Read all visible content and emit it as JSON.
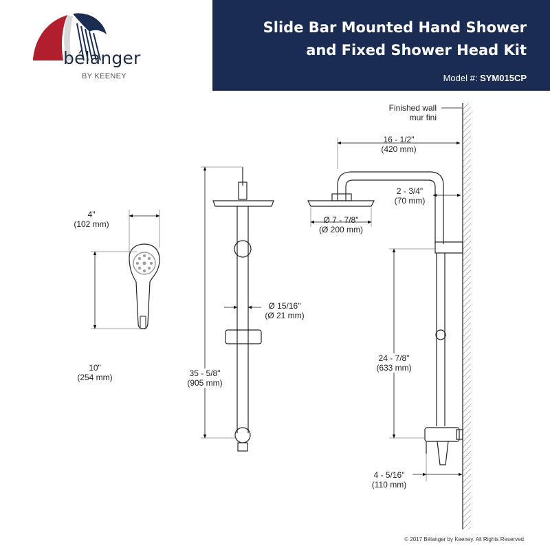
{
  "brand": {
    "name": "bélanger",
    "sub": "BY KEENEY",
    "colors": {
      "red": "#b11f2e",
      "navy": "#1a2c52"
    }
  },
  "header": {
    "title_line1": "Slide Bar Mounted Hand Shower",
    "title_line2": "and Fixed Shower Head Kit",
    "model_prefix": "Model #:",
    "model_number": "SYM015CP",
    "background": "#1a2c52"
  },
  "labels": {
    "wall_en": "Finished wall",
    "wall_fr": "mur fini",
    "arm_width": "16 - 1/2\"",
    "arm_width_mm": "(420 mm)",
    "offset": "2 - 3/4\"",
    "offset_mm": "(70 mm)",
    "head_dia": "Ø 7 - 7/8\"",
    "head_dia_mm": "(Ø 200 mm)",
    "hand_width": "4\"",
    "hand_width_mm": "(102 mm)",
    "hand_length": "10\"",
    "hand_length_mm": "(254 mm)",
    "bar_dia": "Ø 15/16\"",
    "bar_dia_mm": "(Ø 21 mm)",
    "bar_height": "35 - 5/8\"",
    "bar_height_mm": "(905 mm)",
    "riser_height": "24 - 7/8\"",
    "riser_height_mm": "(633 mm)",
    "valve_offset": "4 - 5/16\"",
    "valve_offset_mm": "(110 mm)"
  },
  "footer": {
    "copyright": "© 2017 Bélanger by Keeney. All Rights Reserved"
  }
}
